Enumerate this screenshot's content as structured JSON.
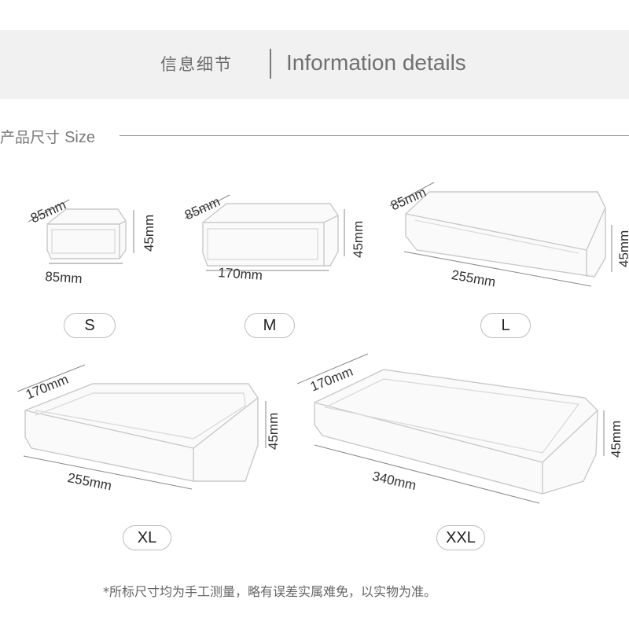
{
  "header": {
    "title_cn": "信息细节",
    "title_en": "Information details"
  },
  "section": {
    "title_cn": "产品尺寸",
    "title_en": "Size"
  },
  "sizes": [
    {
      "label": "S",
      "length": "85mm",
      "width": "85mm",
      "height": "45mm"
    },
    {
      "label": "M",
      "length": "170mm",
      "width": "85mm",
      "height": "45mm"
    },
    {
      "label": "L",
      "length": "255mm",
      "width": "85mm",
      "height": "45mm"
    },
    {
      "label": "XL",
      "length": "255mm",
      "width": "170mm",
      "height": "45mm"
    },
    {
      "label": "XXL",
      "length": "340mm",
      "width": "170mm",
      "height": "45mm"
    }
  ],
  "footnote": "*所标尺寸均为手工测量，略有误差实属难免，以实物为准。",
  "colors": {
    "banner_bg": "#f1f1f1",
    "box_edge": "#c9c9c9",
    "text": "#333333"
  }
}
